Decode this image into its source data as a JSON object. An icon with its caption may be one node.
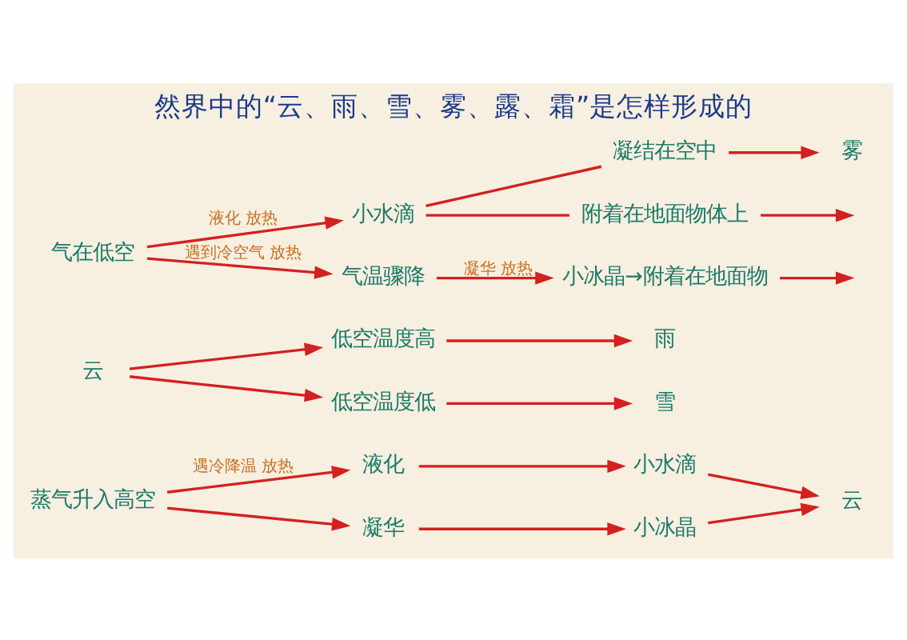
{
  "diagram": {
    "title": "然界中的“云、雨、雪、雾、露、霜”是怎样形成的",
    "nodes": [
      {
        "text": [
          "蒸气升入高空"
        ]
      },
      {
        "text": [
          "液化"
        ]
      },
      {
        "text": [
          "凝华"
        ]
      },
      {
        "text": [
          "小水滴"
        ]
      },
      {
        "text": [
          "小冰晶"
        ]
      },
      {
        "text": [
          "云"
        ]
      },
      {
        "text": [
          "云"
        ]
      },
      {
        "text": [
          "低空温度高"
        ]
      },
      {
        "text": [
          "低空温度低"
        ]
      },
      {
        "text": [
          "雨"
        ]
      },
      {
        "text": [
          "雪"
        ]
      },
      {
        "text": [
          "气在低空"
        ]
      },
      {
        "text": [
          "小水滴"
        ]
      },
      {
        "text": [
          "气温骤降"
        ]
      },
      {
        "text": [
          "凝结在空中"
        ]
      },
      {
        "text": [
          "雾"
        ]
      },
      {
        "text": [
          "附着在地面物体上"
        ]
      },
      {
        "text": [
          "小冰晶→附着在地面物"
        ]
      }
    ],
    "edges": [
      {
        "from": 0,
        "to": 1,
        "arrow": "to",
        "label": "遇冷降温 放热"
      },
      {
        "from": 0,
        "to": 2,
        "arrow": "to"
      },
      {
        "from": 1,
        "to": 3,
        "arrow": "to"
      },
      {
        "from": 2,
        "to": 4,
        "arrow": "to"
      },
      {
        "from": 3,
        "to": 5,
        "arrow": "to"
      },
      {
        "from": 4,
        "to": 5,
        "arrow": "to"
      },
      {
        "from": 6,
        "to": 7,
        "arrow": "to"
      },
      {
        "from": 6,
        "to": 8,
        "arrow": "to"
      },
      {
        "from": 7,
        "to": 9,
        "arrow": "to"
      },
      {
        "from": 8,
        "to": 10,
        "arrow": "to"
      },
      {
        "from": 11,
        "to": 12,
        "arrow": "to",
        "label": "液化 放热"
      },
      {
        "from": 11,
        "to": 13,
        "arrow": "to",
        "label": "遇到冷空气 放热"
      },
      {
        "from": 13,
        "to": 17,
        "arrow": "to",
        "label": "凝华 放热"
      },
      {
        "from": 12,
        "to": 14,
        "arrow": "none"
      },
      {
        "from": 12,
        "to": 16,
        "arrow": "none"
      },
      {
        "from": 14,
        "to": 15,
        "arrow": "to"
      },
      {
        "from": 16,
        "to": null,
        "arrow": "to"
      },
      {
        "from": 17,
        "to": null,
        "arrow": "to"
      }
    ]
  }
}
